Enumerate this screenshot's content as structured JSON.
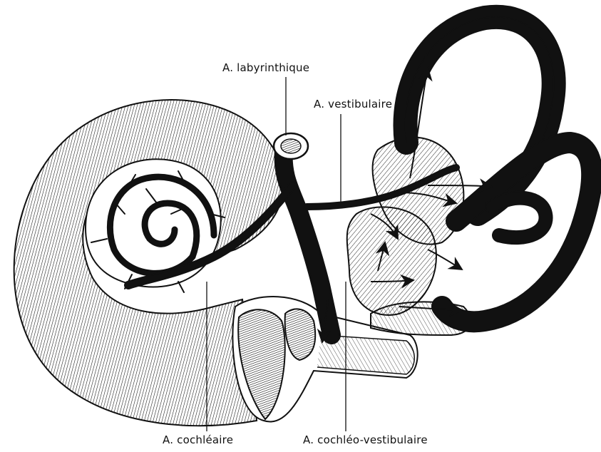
{
  "labels": {
    "labyrinthique": "A. labyrinthique",
    "vestibulaire": "A. vestibulaire",
    "cochleaire": "A. cochléaire",
    "cochleo_vestibulaire": "A. cochléo-vestibulaire"
  }
}
